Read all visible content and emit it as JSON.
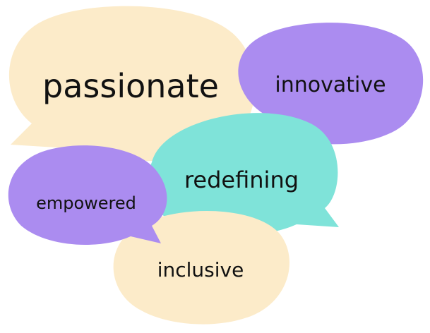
{
  "bubbles": [
    {
      "word": "passionate",
      "color": "#FCEBC9"
    },
    {
      "word": "innovative",
      "color": "#AB8CF0"
    },
    {
      "word": "redefining",
      "color": "#7FE3D9"
    },
    {
      "word": "empowered",
      "color": "#AB8CF0"
    },
    {
      "word": "inclusive",
      "color": "#FCEBC9"
    }
  ]
}
